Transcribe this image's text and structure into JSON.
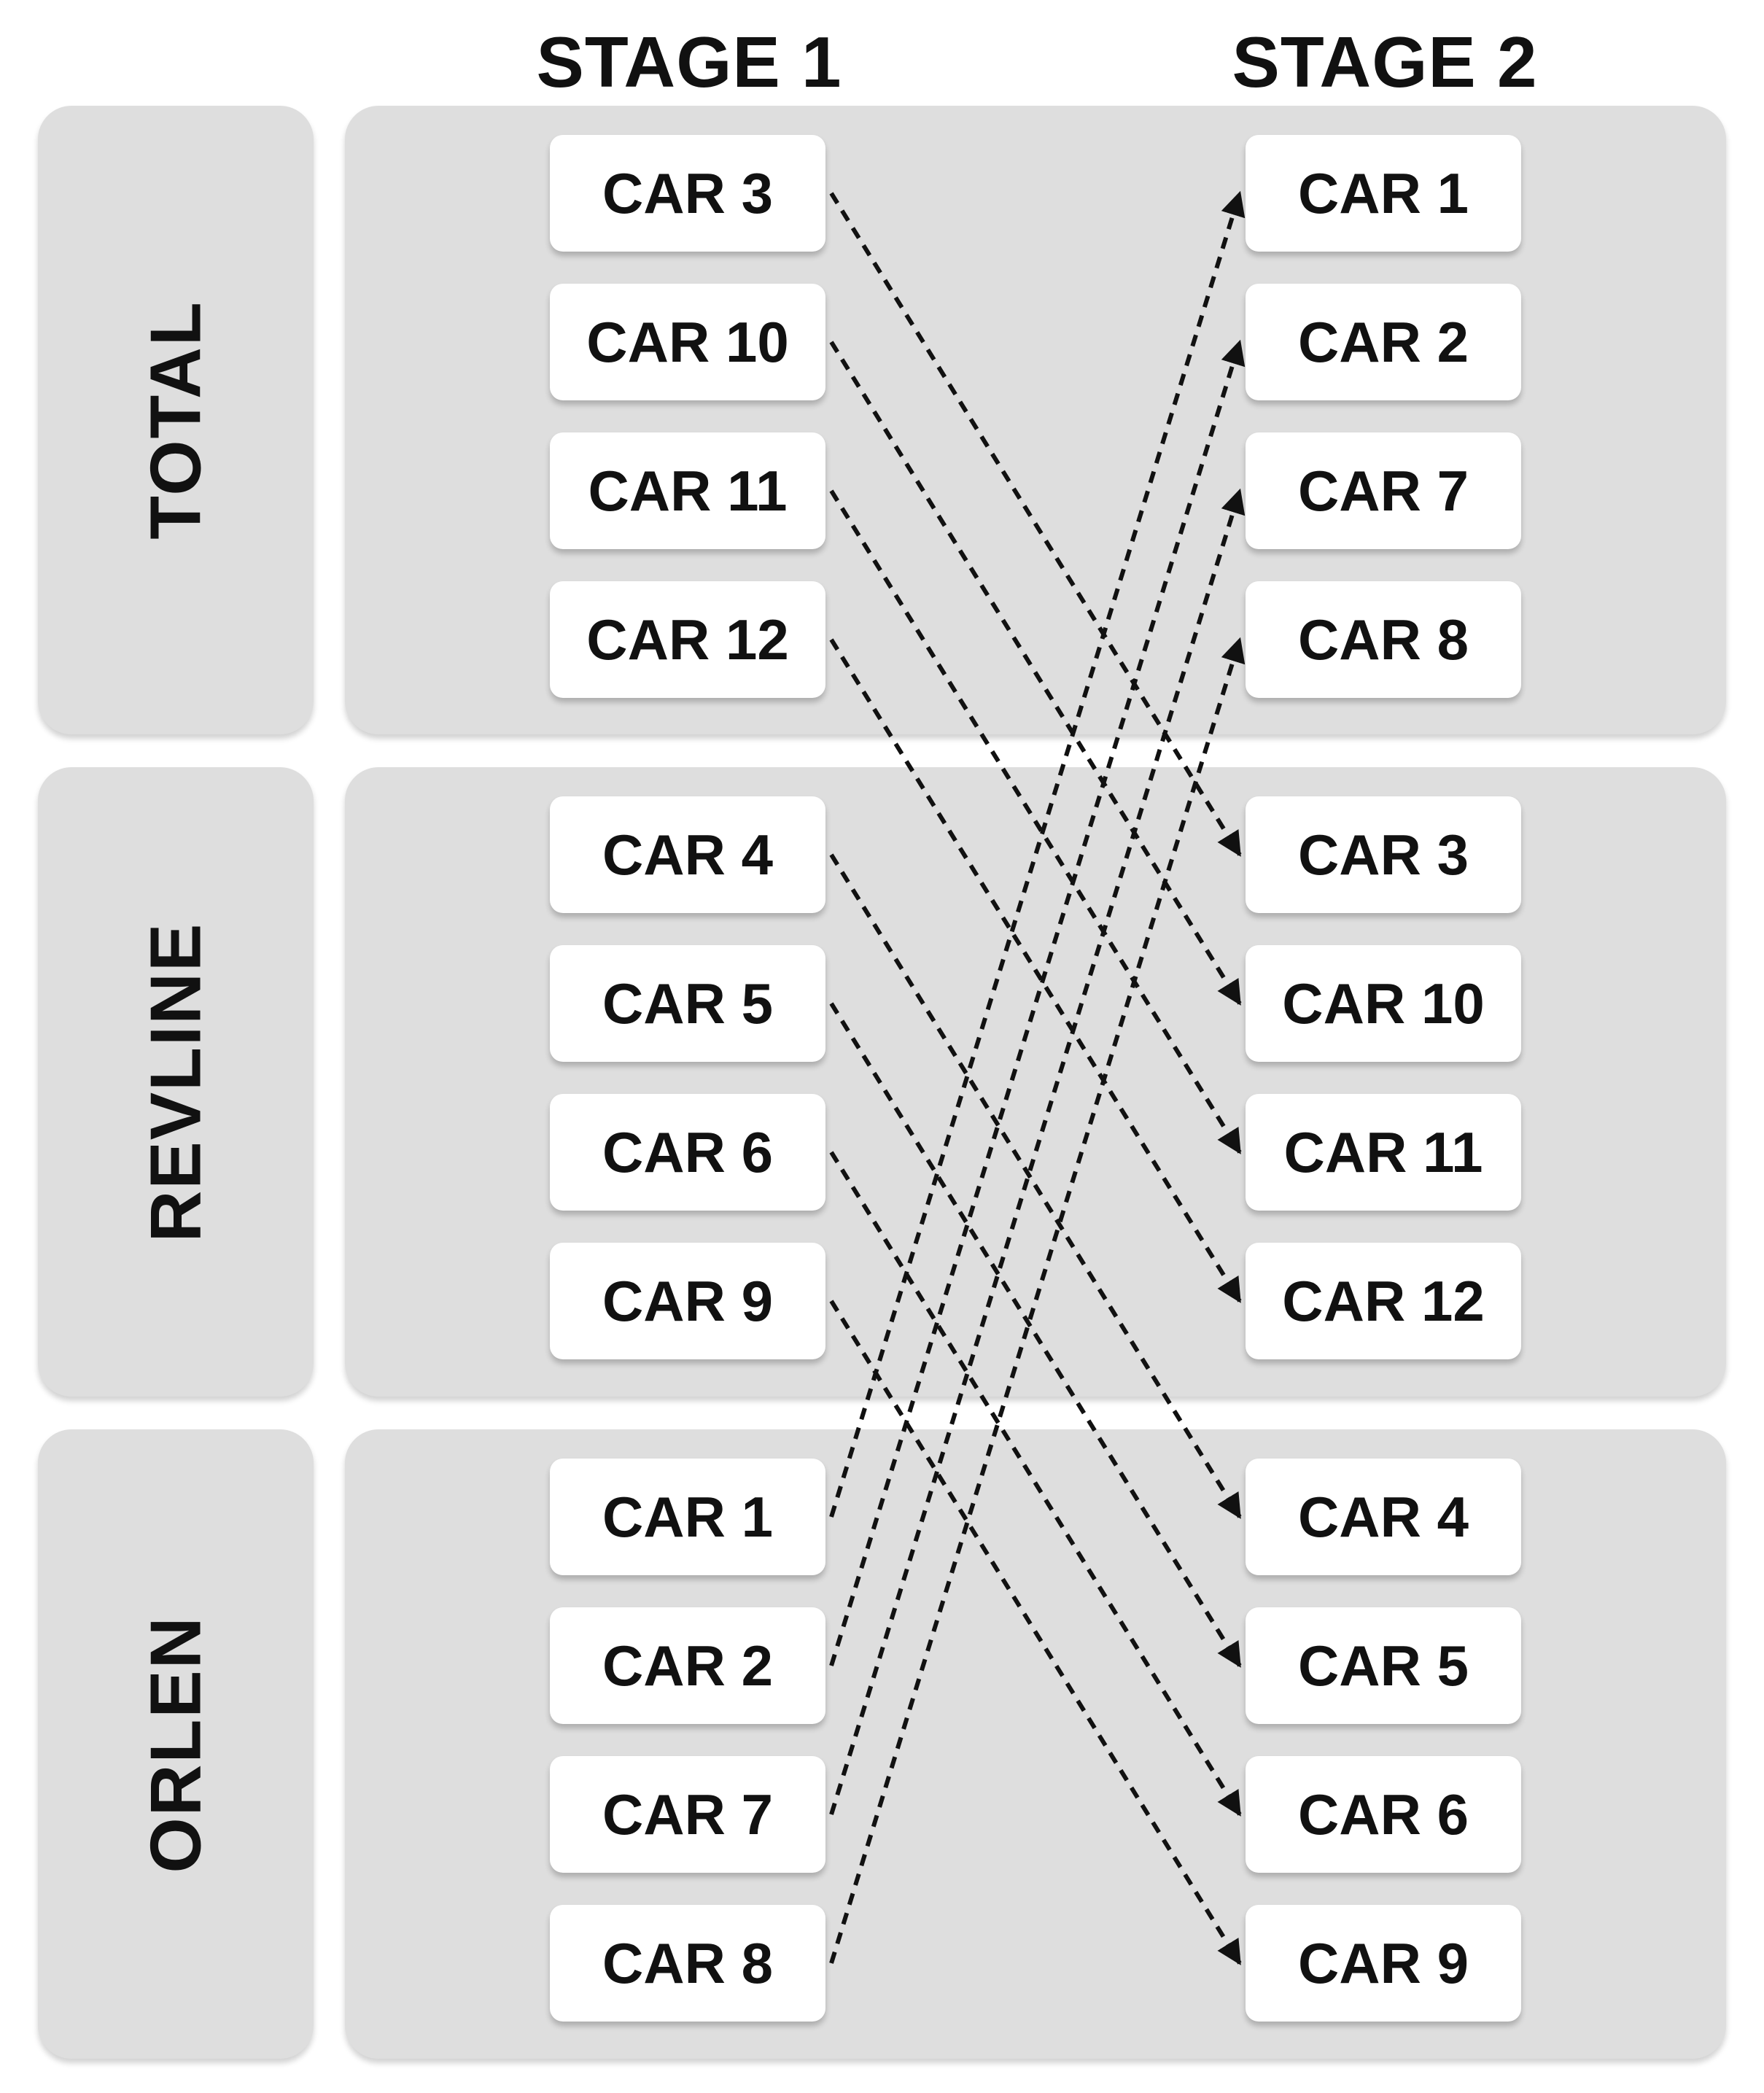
{
  "headers": {
    "stage1": "STAGE 1",
    "stage2": "STAGE 2"
  },
  "teams": [
    {
      "name": "TOTAL",
      "stage1": [
        "CAR 3",
        "CAR 10",
        "CAR 11",
        "CAR 12"
      ],
      "stage2": [
        "CAR 1",
        "CAR 2",
        "CAR 7",
        "CAR 8"
      ]
    },
    {
      "name": "REVLINE",
      "stage1": [
        "CAR 4",
        "CAR 5",
        "CAR 6",
        "CAR 9"
      ],
      "stage2": [
        "CAR 3",
        "CAR 10",
        "CAR 11",
        "CAR 12"
      ]
    },
    {
      "name": "ORLEN",
      "stage1": [
        "CAR 1",
        "CAR 2",
        "CAR 7",
        "CAR 8"
      ],
      "stage2": [
        "CAR 4",
        "CAR 5",
        "CAR 6",
        "CAR 9"
      ]
    }
  ],
  "connections": [
    {
      "from": "stage1:TOTAL:CAR 3",
      "to": "stage2:REVLINE:CAR 3"
    },
    {
      "from": "stage1:TOTAL:CAR 10",
      "to": "stage2:REVLINE:CAR 10"
    },
    {
      "from": "stage1:TOTAL:CAR 11",
      "to": "stage2:REVLINE:CAR 11"
    },
    {
      "from": "stage1:TOTAL:CAR 12",
      "to": "stage2:REVLINE:CAR 12"
    },
    {
      "from": "stage1:REVLINE:CAR 4",
      "to": "stage2:ORLEN:CAR 4"
    },
    {
      "from": "stage1:REVLINE:CAR 5",
      "to": "stage2:ORLEN:CAR 5"
    },
    {
      "from": "stage1:REVLINE:CAR 6",
      "to": "stage2:ORLEN:CAR 6"
    },
    {
      "from": "stage1:REVLINE:CAR 9",
      "to": "stage2:ORLEN:CAR 9"
    },
    {
      "from": "stage1:ORLEN:CAR 1",
      "to": "stage2:TOTAL:CAR 1"
    },
    {
      "from": "stage1:ORLEN:CAR 2",
      "to": "stage2:TOTAL:CAR 2"
    },
    {
      "from": "stage1:ORLEN:CAR 7",
      "to": "stage2:TOTAL:CAR 7"
    },
    {
      "from": "stage1:ORLEN:CAR 8",
      "to": "stage2:TOTAL:CAR 8"
    }
  ],
  "style": {
    "panel_color": "#dedede",
    "box_color": "#ffffff",
    "text_color": "#111111",
    "arrow_color": "#111111",
    "arrow_style": "dashed"
  }
}
